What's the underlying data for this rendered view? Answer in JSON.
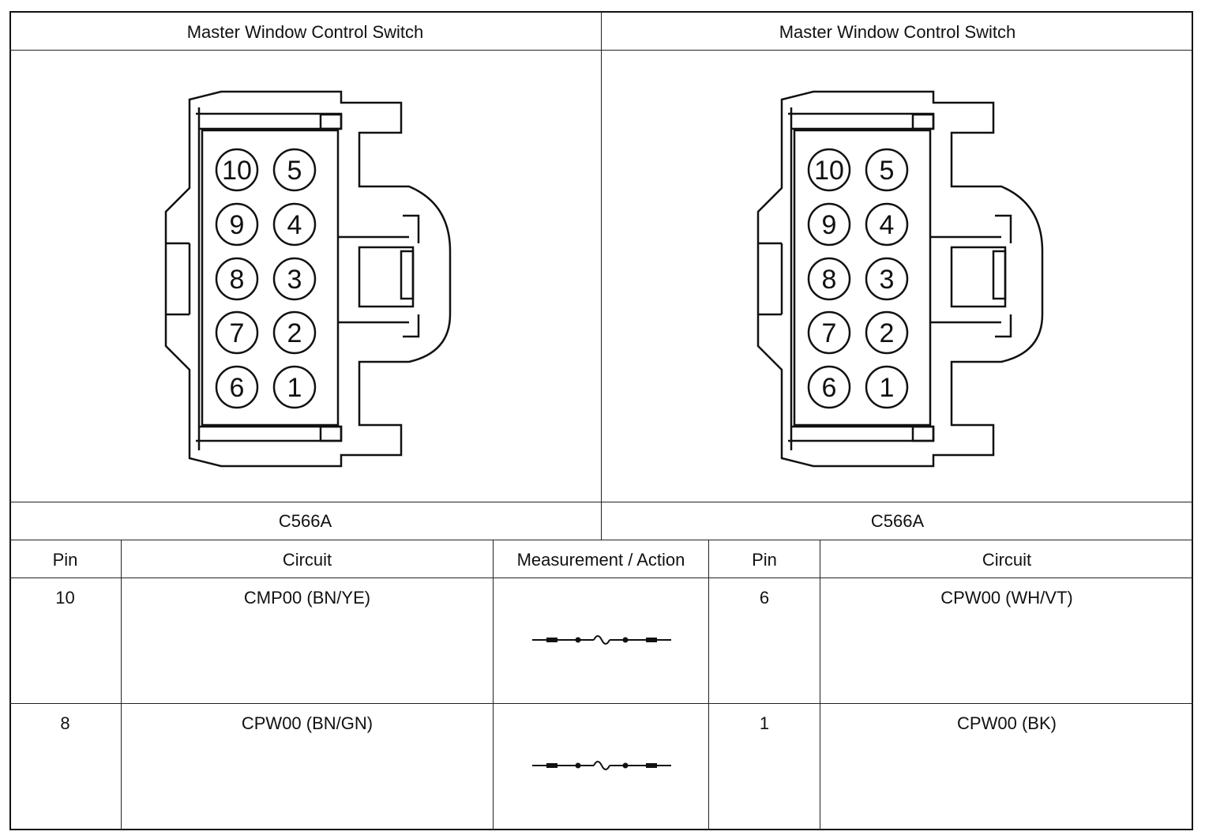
{
  "headers": {
    "left_title": "Master Window Control Switch",
    "right_title": "Master Window Control Switch",
    "left_connector": "C566A",
    "right_connector": "C566A"
  },
  "connector": {
    "pins": [
      "10",
      "5",
      "9",
      "4",
      "8",
      "3",
      "7",
      "2",
      "6",
      "1"
    ]
  },
  "table": {
    "columns": [
      "Pin",
      "Circuit",
      "Measurement / Action",
      "Pin",
      "Circuit"
    ],
    "rows": [
      {
        "pin_a": "10",
        "circuit_a": "CMP00 (BN/YE)",
        "measurement_icon": "fuse-icon",
        "pin_b": "6",
        "circuit_b": "CPW00 (WH/VT)"
      },
      {
        "pin_a": "8",
        "circuit_a": "CPW00 (BN/GN)",
        "measurement_icon": "fuse-icon",
        "pin_b": "1",
        "circuit_b": "CPW00 (BK)"
      }
    ]
  }
}
